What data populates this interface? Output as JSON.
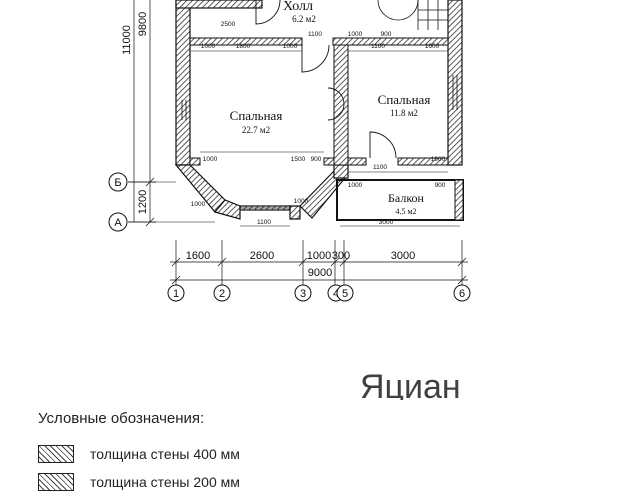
{
  "rooms": {
    "hall": {
      "name": "Холл",
      "area": "6.2 м2"
    },
    "bedroom_left": {
      "name": "Спальная",
      "area": "22.7 м2"
    },
    "bedroom_right": {
      "name": "Спальная",
      "area": "11.8 м2"
    },
    "balcony": {
      "name": "Балкон",
      "area": "4.5 м2"
    }
  },
  "dimensions": {
    "left_total": "11000",
    "left_inner": "9800",
    "left_lower": "1200",
    "bottom_segments": [
      "1600",
      "2600",
      "1000",
      "300",
      "3000"
    ],
    "bottom_total": "9000",
    "inner": [
      "1000",
      "1800",
      "1000",
      "1100",
      "1000",
      "900",
      "1600",
      "1100",
      "2500",
      "1000",
      "1500",
      "900",
      "1100",
      "1000",
      "1100",
      "1000",
      "900",
      "1000",
      "3000",
      "1900"
    ]
  },
  "axes": {
    "columns": [
      "1",
      "2",
      "3",
      "4",
      "5",
      "6"
    ],
    "rows": [
      "Б",
      "А"
    ]
  },
  "watermark": "Яциан",
  "legend": {
    "title": "Условные обозначения:",
    "items": [
      {
        "label": "толщина стены 400 мм"
      },
      {
        "label": "толщина стены 200 мм"
      }
    ]
  },
  "colors": {
    "ink": "#111111",
    "hatch": "#444444",
    "watermark": "#e6e6e6"
  }
}
